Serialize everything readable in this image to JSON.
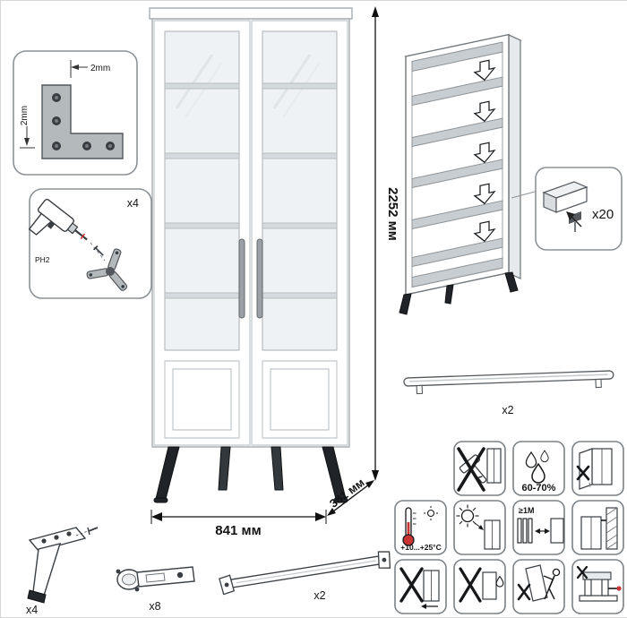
{
  "dims": {
    "height": "2252 мм",
    "width": "841 мм",
    "depth": "381 мм"
  },
  "callouts": {
    "corner": {
      "top": "2mm",
      "side": "2mm"
    },
    "drill": {
      "count": "x4",
      "bit": "PH2"
    },
    "pins": {
      "count": "x20"
    },
    "handle": {
      "count": "x2"
    },
    "leg": {
      "count": "x4"
    },
    "hinge": {
      "count": "x8"
    },
    "brace": {
      "count": "x2"
    }
  },
  "care": {
    "humidity": "60-70%",
    "temperature": "+10...+25°C",
    "distance": "≥1M",
    "icons": [
      "no-hammer-icon",
      "humidity-icon",
      "no-door-carry-icon",
      "temperature-icon",
      "sunlight-icon",
      "heat-distance-icon",
      "wall-fix-icon",
      "no-drag-icon",
      "no-wet-cleaning-icon",
      "tip-over-icon",
      "clamp-icon"
    ]
  },
  "colors": {
    "accent_red": "#c93434",
    "line_dark": "#16181a",
    "metal_gray": "#b4b9bc"
  }
}
